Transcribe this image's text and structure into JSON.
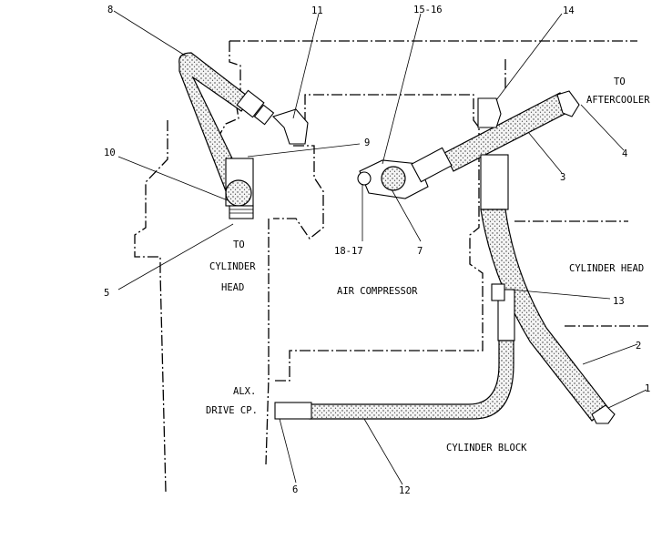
{
  "callouts": {
    "c1": "1",
    "c2": "2",
    "c3": "3",
    "c4": "4",
    "c5": "5",
    "c6": "6",
    "c7": "7",
    "c8": "8",
    "c9": "9",
    "c10": "10",
    "c11": "11",
    "c12": "12",
    "c13": "13",
    "c14": "14",
    "c15_16": "15-16",
    "c18_17": "18-17"
  },
  "labels": {
    "to_aftercooler_1": "TO",
    "to_aftercooler_2": "AFTERCOOLER",
    "to_cyl_head_1": "TO",
    "to_cyl_head_2": "CYLINDER",
    "to_cyl_head_3": "HEAD",
    "air_compressor": "AIR COMPRESSOR",
    "cylinder_head": "CYLINDER HEAD",
    "aux_drive_1": "ALX.",
    "aux_drive_2": "DRIVE CP.",
    "cylinder_block": "CYLINDER BLOCK"
  }
}
